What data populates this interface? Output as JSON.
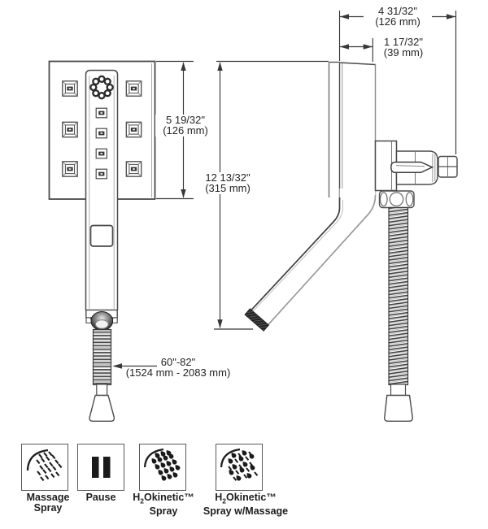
{
  "dimensions": {
    "overall_depth": {
      "value_in": "4 31/32\"",
      "value_mm": "(126 mm)"
    },
    "head_depth": {
      "value_in": "1 17/32\"",
      "value_mm": "(39 mm)"
    },
    "faceplate_height": {
      "value_in": "5 19/32\"",
      "value_mm": "(126 mm)"
    },
    "overall_height": {
      "value_in": "12 13/32\"",
      "value_mm": "(315 mm)"
    },
    "hose_length": {
      "value_in": "60\"-82\"",
      "value_mm": "(1524 mm - 2083 mm)"
    }
  },
  "legend": {
    "items": [
      {
        "id": "massage-spray",
        "line1": "Massage",
        "line2": "Spray"
      },
      {
        "id": "pause",
        "line1": "Pause"
      },
      {
        "id": "h2okinetic-spray",
        "pre": "H",
        "sub": "2",
        "post": "Okinetic™",
        "line2": "Spray"
      },
      {
        "id": "h2okinetic-spray-w-massage",
        "pre": "H",
        "sub": "2",
        "post": "Okinetic™",
        "line2": "Spray w/Massage"
      }
    ]
  },
  "colors": {
    "line": "#4a4a4a",
    "dim_line": "#383838",
    "text": "#242424",
    "icon": "#1c1c1c",
    "background": "#ffffff"
  }
}
